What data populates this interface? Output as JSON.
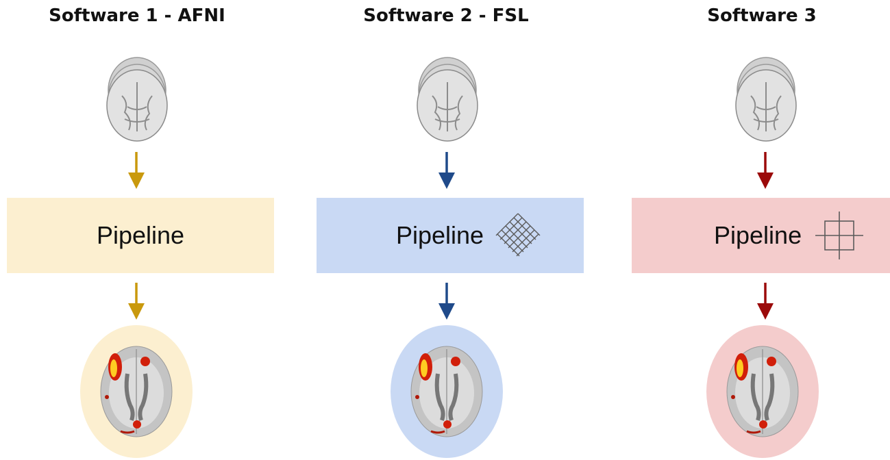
{
  "columns": [
    {
      "title": "Software 1 - AFNI",
      "pipeline_label": "Pipeline",
      "accent_color": "#c9990d",
      "box_color": "#fcefd0",
      "oval_color": "#fcefd0",
      "pipeline_icon": "none"
    },
    {
      "title": "Software 2 - FSL",
      "pipeline_label": "Pipeline",
      "accent_color": "#1f4a8a",
      "box_color": "#c9d9f4",
      "oval_color": "#c9d9f4",
      "pipeline_icon": "diamond-crosshatch-icon"
    },
    {
      "title": "Software 3",
      "pipeline_label": "Pipeline",
      "accent_color": "#9b0a0a",
      "box_color": "#f4cccc",
      "oval_color": "#f4cccc",
      "pipeline_icon": "grid-crosshair-icon"
    }
  ]
}
